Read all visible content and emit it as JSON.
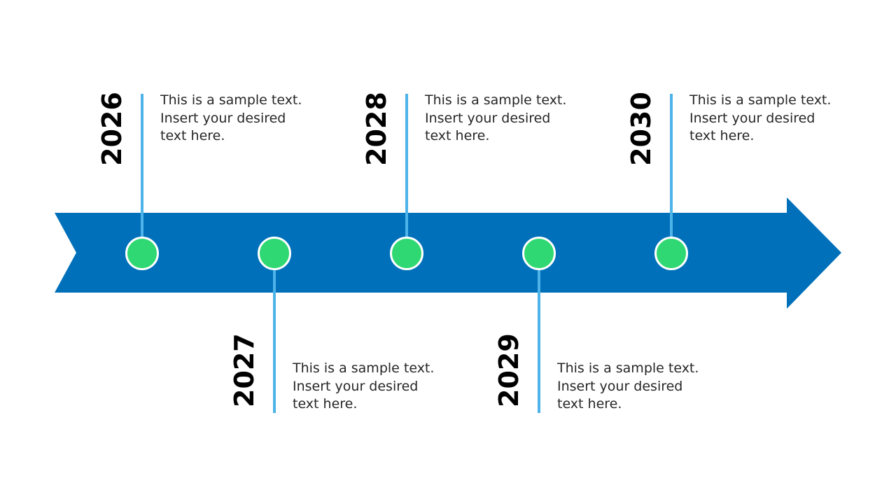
{
  "colors": {
    "arrow": "#0070ba",
    "stem": "#4db3e8",
    "node": "#2fd872",
    "node_border": "#ffffff",
    "year_text": "#000000",
    "body_text": "#262626"
  },
  "milestones": [
    {
      "year": "2026",
      "position": "above",
      "lines": [
        "This is a sample text.",
        "Insert your desired",
        "text here."
      ]
    },
    {
      "year": "2027",
      "position": "below",
      "lines": [
        "This is a sample text.",
        "Insert your desired",
        "text here."
      ]
    },
    {
      "year": "2028",
      "position": "above",
      "lines": [
        "This is a sample text.",
        "Insert your desired",
        "text here."
      ]
    },
    {
      "year": "2029",
      "position": "below",
      "lines": [
        "This is a sample text.",
        "Insert your desired",
        "text here."
      ]
    },
    {
      "year": "2030",
      "position": "above",
      "lines": [
        "This is a sample text.",
        "Insert your desired",
        "text here."
      ]
    }
  ]
}
